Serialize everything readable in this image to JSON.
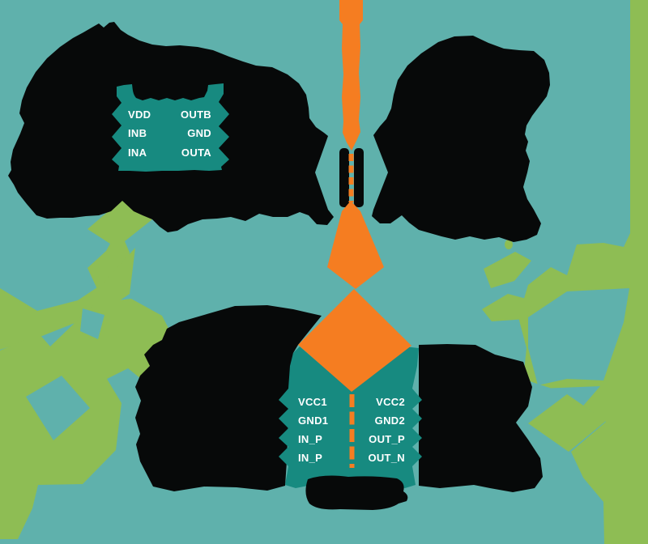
{
  "illustration": {
    "description": "Stylized isolation illustration with two IC chips, ink blobs, orange isolation path with transformer, and green organic accents",
    "background_color": "#5fb1ac",
    "ink_color": "#070909",
    "accent_orange": "#f57d21",
    "leaf_green": "#8ebd54",
    "chip_teal": "#178a80",
    "pin_text_color": "#ffffff"
  },
  "top_chip": {
    "left_pins": [
      "VDD",
      "INB",
      "INA"
    ],
    "right_pins": [
      "OUTB",
      "GND",
      "OUTA"
    ]
  },
  "bottom_chip": {
    "left_pins": [
      "VCC1",
      "GND1",
      "IN_P",
      "IN_P"
    ],
    "right_pins": [
      "VCC2",
      "GND2",
      "OUT_P",
      "OUT_N"
    ]
  }
}
